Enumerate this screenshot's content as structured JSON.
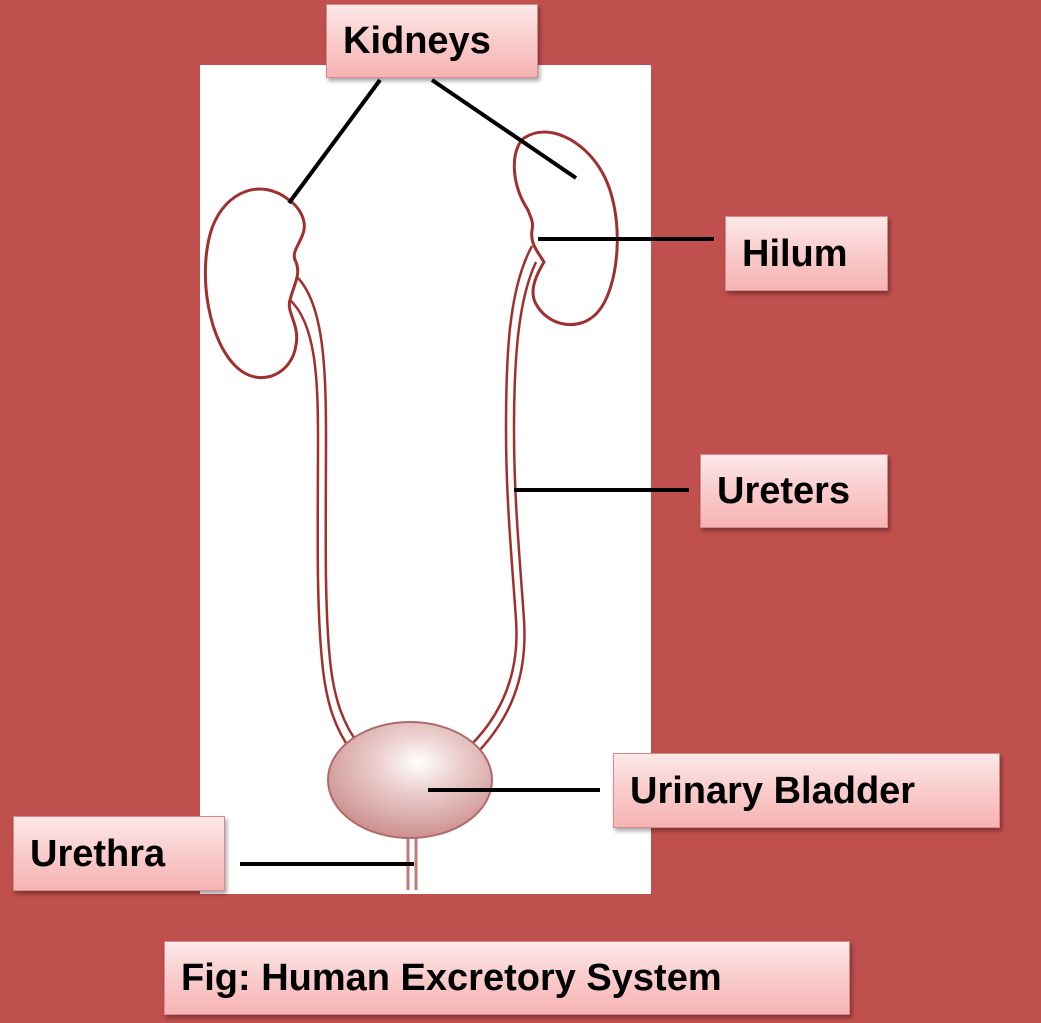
{
  "labels": {
    "kidneys": "Kidneys",
    "hilum": "Hilum",
    "ureters": "Ureters",
    "urinary_bladder": "Urinary Bladder",
    "urethra": "Urethra"
  },
  "caption": "Fig: Human Excretory System",
  "colors": {
    "background": "#c0504d",
    "panel": "#ffffff",
    "outline": "#a0302e",
    "bladder_fill": "#d9a4a3",
    "leader_line": "#000000"
  }
}
